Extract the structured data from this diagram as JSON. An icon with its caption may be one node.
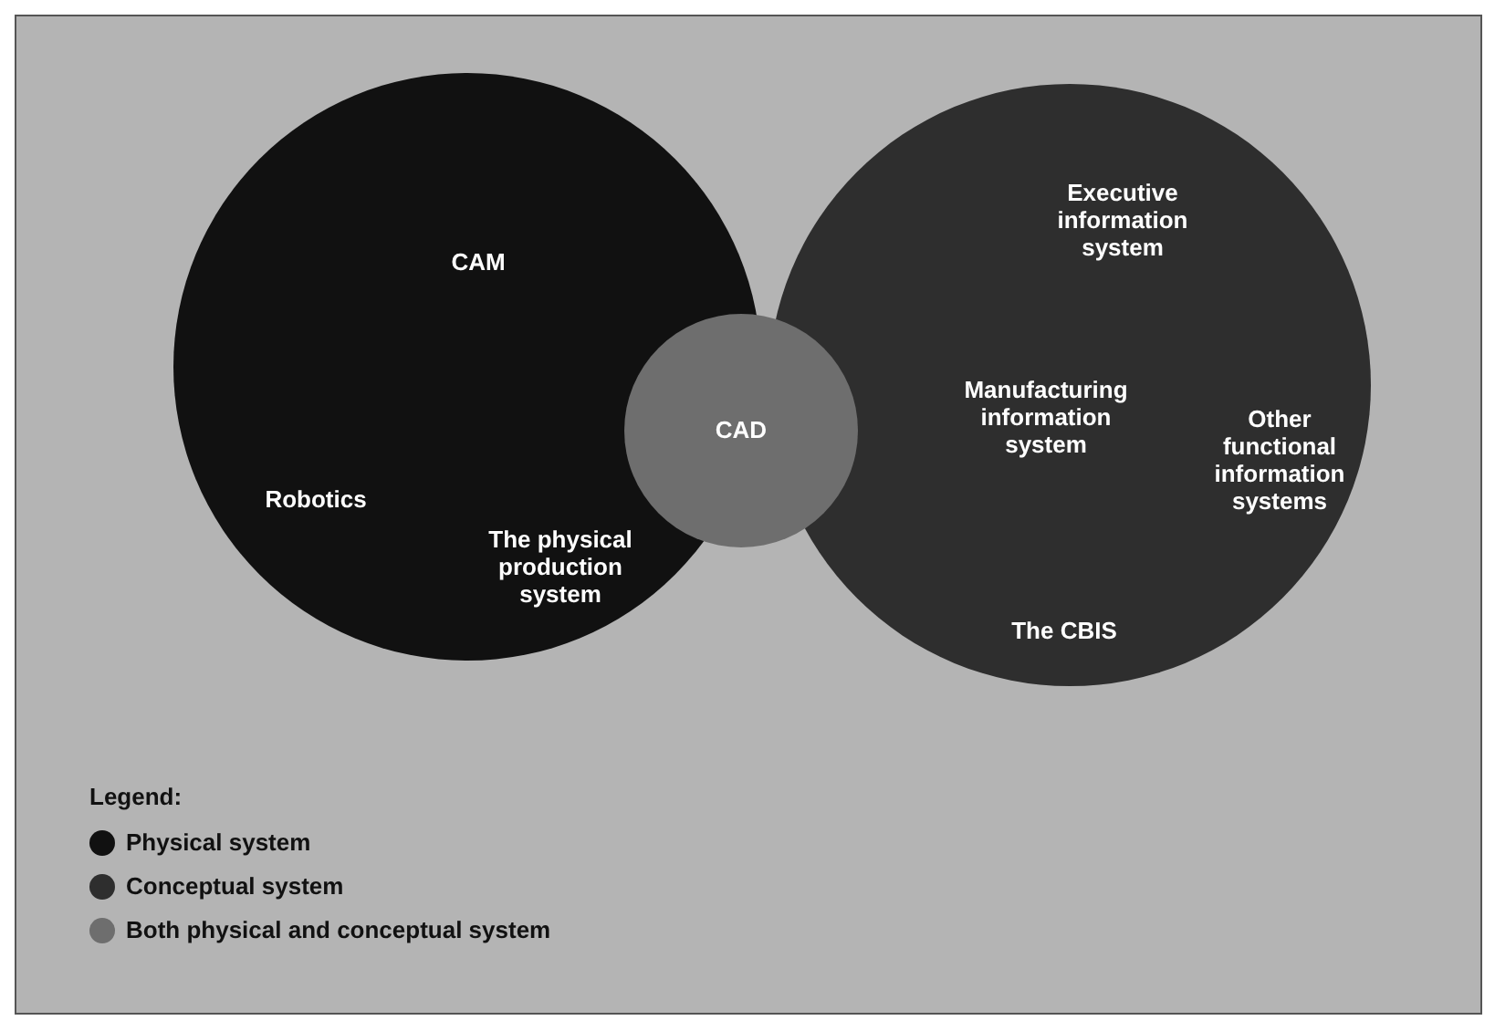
{
  "diagram": {
    "nodes": [
      {
        "text": [
          "CAM",
          "Robotics",
          "The physical production system"
        ]
      },
      {
        "text": [
          "Executive information system",
          "Manufacturing information system",
          "Other functional information systems",
          "The CBIS"
        ]
      },
      {
        "text": [
          "CAD"
        ]
      }
    ],
    "labels": [
      "Legend:"
    ],
    "legend": [
      {
        "text": "Physical system",
        "color": "#111111"
      },
      {
        "text": "Conceptual system",
        "color": "#2e2e2e"
      },
      {
        "text": "Both physical and conceptual system",
        "color": "#6e6e6e"
      }
    ]
  }
}
